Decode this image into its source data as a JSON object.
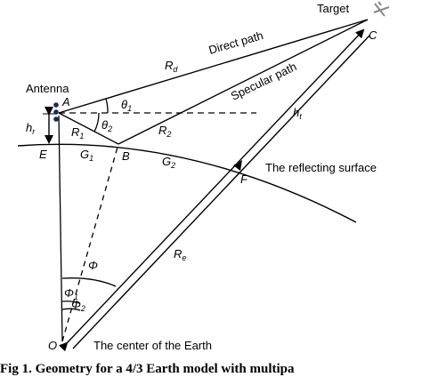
{
  "labels": {
    "target": "Target",
    "antenna": "Antenna",
    "direct_path": "Direct path",
    "specular_path": "Specular path",
    "reflecting_surface": "The reflecting surface",
    "earth_center": "The center of the Earth"
  },
  "points": {
    "A": "A",
    "B": "B",
    "C": "C",
    "E": "E",
    "F": "F",
    "O": "O"
  },
  "symbols": {
    "R": "R",
    "d": "d",
    "e": "e",
    "t": "t",
    "r": "r",
    "h": "h",
    "G": "G",
    "theta": "θ",
    "phi": "Φ",
    "one": "1",
    "two": "2"
  },
  "caption": "Fig 1. Geometry for a 4/3 Earth model with multipa"
}
